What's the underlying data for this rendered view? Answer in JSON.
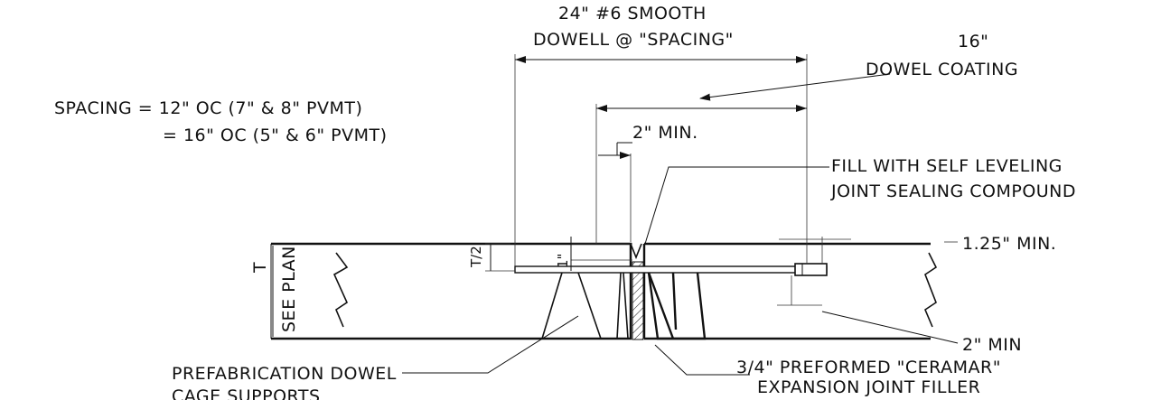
{
  "labels": {
    "dowel_size_line1": "24\" #6 SMOOTH",
    "dowel_size_line2": "DOWELL @ \"SPACING\"",
    "dowel_coating_line1": "16\"",
    "dowel_coating_line2": "DOWEL COATING",
    "spacing_line1": "SPACING = 12\"  OC (7\" & 8\" PVMT)",
    "spacing_line2": "= 16\" OC (5\" & 6\" PVMT)",
    "two_in_min_top": "2\" MIN.",
    "fill_line1": "FILL WITH SELF LEVELING",
    "fill_line2": "JOINT SEALING COMPOUND",
    "one_inch": "1\"",
    "half_thickness": "T/2",
    "thickness": "T",
    "see_plan": "SEE PLAN",
    "clearance_min": "1.25\" MIN.",
    "two_in_min_bottom": "2\" MIN",
    "cage_line1": "PREFABRICATION DOWEL",
    "cage_line2": "CAGE SUPPORTS",
    "filler_line1": "3/4\" PREFORMED \"CERAMAR\"",
    "filler_line2": "EXPANSION JOINT FILLER"
  }
}
